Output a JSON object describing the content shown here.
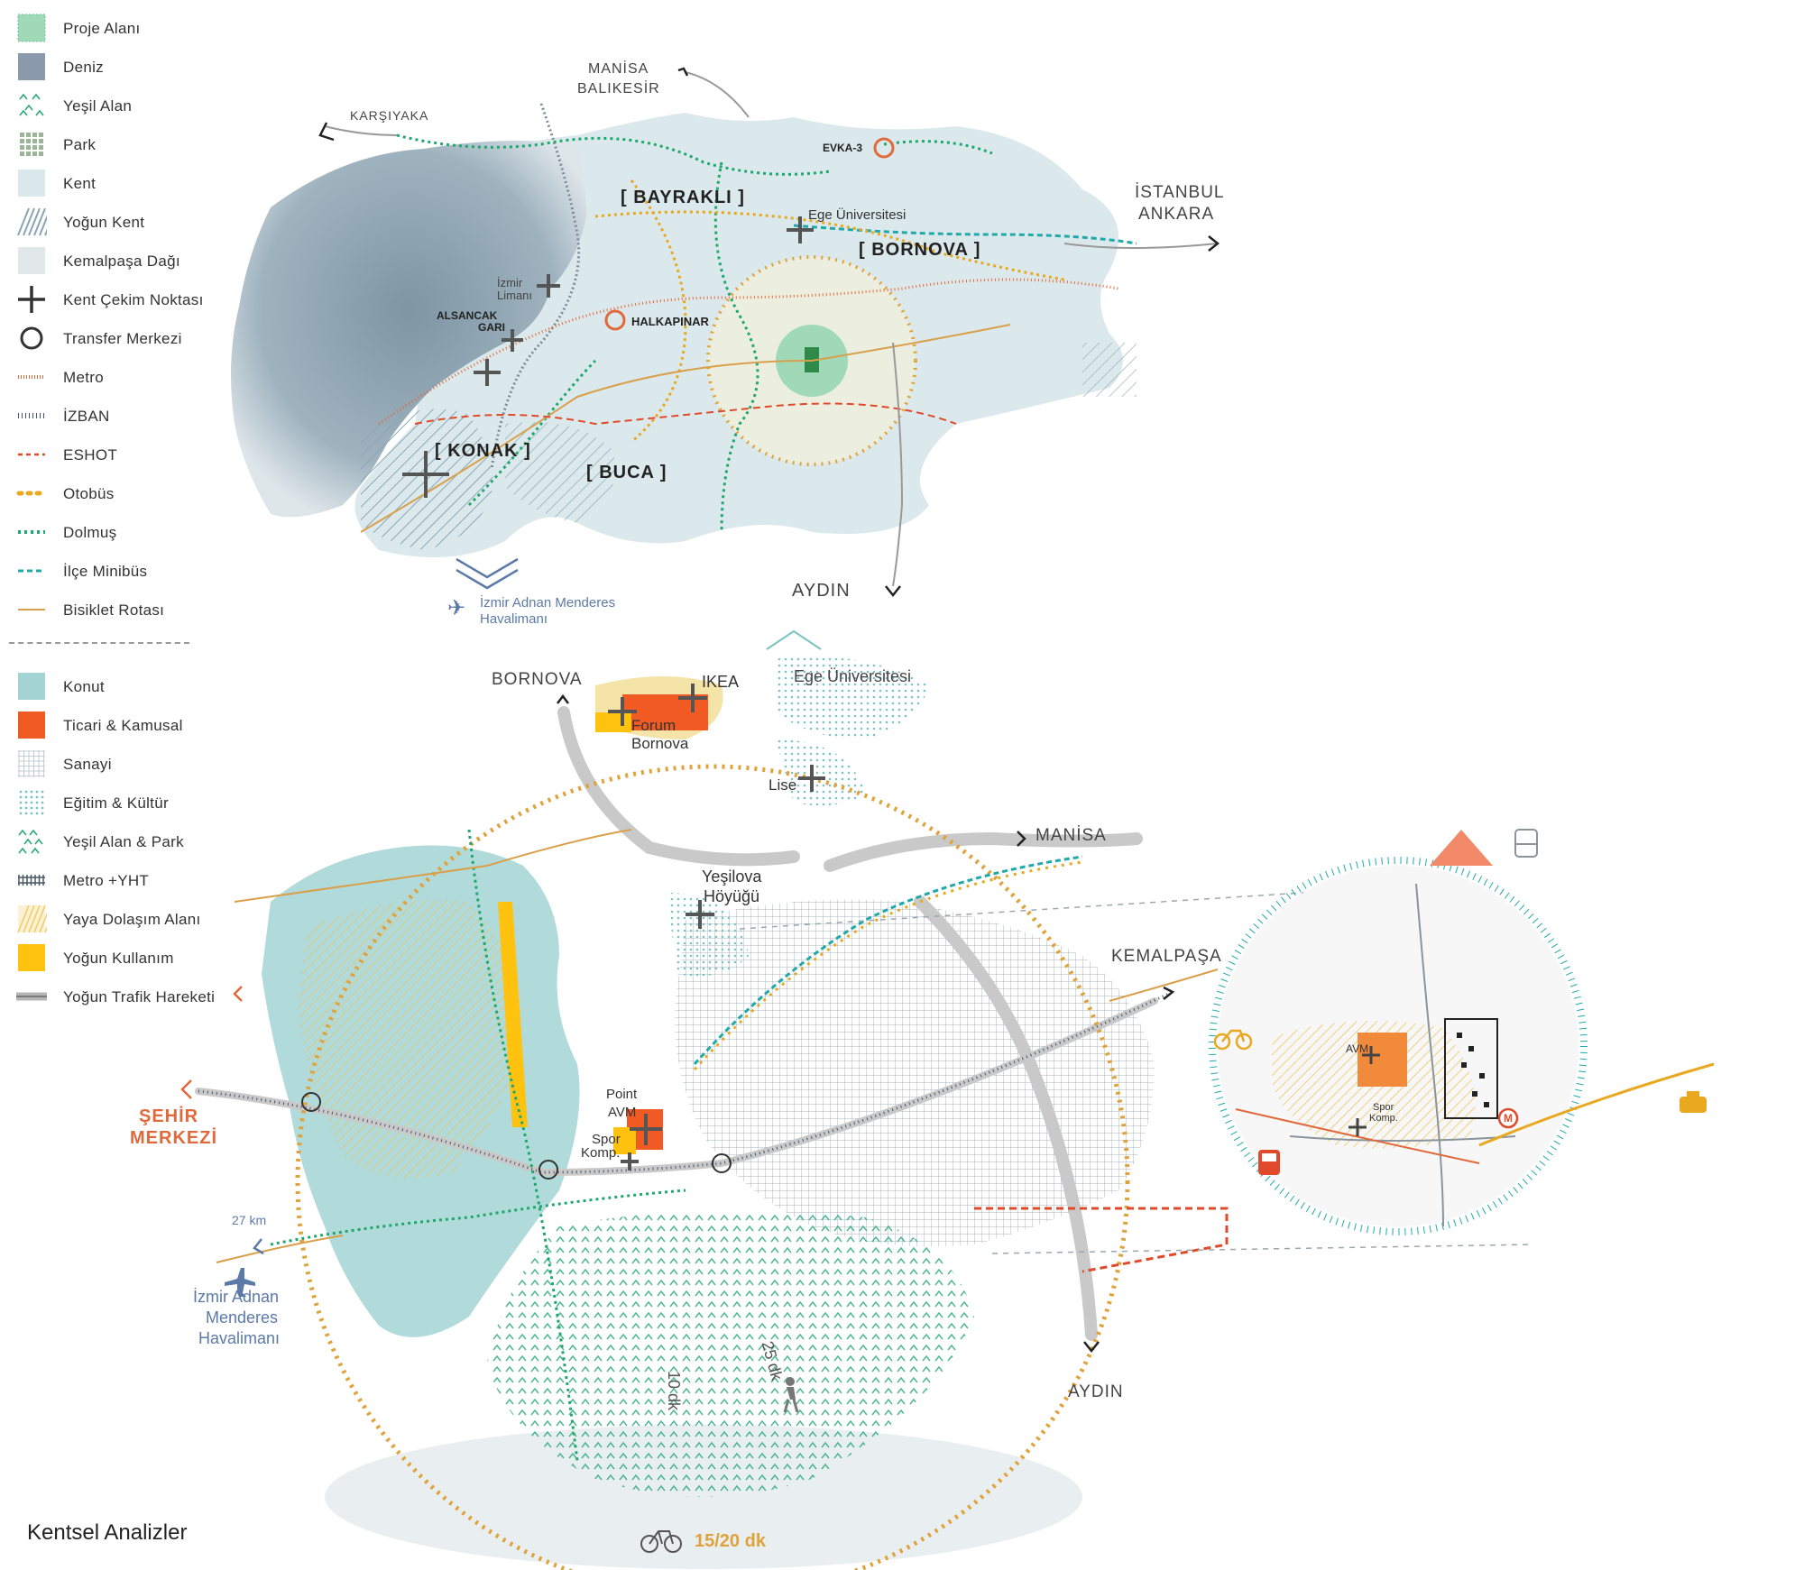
{
  "legend_top": [
    {
      "label": "Proje Alanı",
      "swatch": "proje",
      "color": "#9fd9b8"
    },
    {
      "label": "Deniz",
      "swatch": "deniz",
      "color": "#8a9aac"
    },
    {
      "label": "Yeşil Alan",
      "swatch": "yesil",
      "color": "#2aa779"
    },
    {
      "label": "Park",
      "swatch": "park",
      "color": "#9ab59a"
    },
    {
      "label": "Kent",
      "swatch": "kent",
      "color": "#dbe9ec"
    },
    {
      "label": "Yoğun Kent",
      "swatch": "yogun",
      "color": "#8aa6b4"
    },
    {
      "label": "Kemalpaşa Dağı",
      "swatch": "dag",
      "color": "#d6dde0"
    },
    {
      "label": "Kent Çekim Noktası",
      "swatch": "cross",
      "color": "#333333"
    },
    {
      "label": "Transfer Merkezi",
      "swatch": "circle",
      "color": "#333333"
    },
    {
      "label": "Metro",
      "swatch": "metro",
      "color": "#e06a3c"
    },
    {
      "label": "İZBAN",
      "swatch": "izban",
      "color": "#4a5866"
    },
    {
      "label": "ESHOT",
      "swatch": "eshot",
      "color": "#e04a2a"
    },
    {
      "label": "Otobüs",
      "swatch": "otobus",
      "color": "#e8a81f"
    },
    {
      "label": "Dolmuş",
      "swatch": "dolmus",
      "color": "#1fa86e"
    },
    {
      "label": "İlçe Minibüs",
      "swatch": "minibus",
      "color": "#21a9a9"
    },
    {
      "label": "Bisiklet Rotası",
      "swatch": "bisiklet",
      "color": "#d9a04c"
    }
  ],
  "legend_bottom": [
    {
      "label": "Konut",
      "swatch": "konut",
      "color": "#a3d3d3"
    },
    {
      "label": "Ticari & Kamusal",
      "swatch": "ticari",
      "color": "#f25a24"
    },
    {
      "label": "Sanayi",
      "swatch": "sanayi",
      "color": "#c5ccd3"
    },
    {
      "label": "Eğitim & Kültür",
      "swatch": "egitim",
      "color": "#7cc3c3"
    },
    {
      "label": "Yeşil Alan & Park",
      "swatch": "yesilpark",
      "color": "#2aa779"
    },
    {
      "label": "Metro +YHT",
      "swatch": "metroyht",
      "color": "#4a5866"
    },
    {
      "label": "Yaya Dolaşım Alanı",
      "swatch": "yaya",
      "color": "#f2cc66"
    },
    {
      "label": "Yoğun Kullanım",
      "swatch": "yogunkul",
      "color": "#ffc20e"
    },
    {
      "label": "Yoğun Trafik Hareketi",
      "swatch": "trafik",
      "color": "#b5b5b5"
    }
  ],
  "top_map": {
    "districts": [
      "[ BAYRAKLI ]",
      "[ BORNOVA ]",
      "[ KONAK ]",
      "[ BUCA ]"
    ],
    "places": {
      "karsiyaka": "KARŞIYAKA",
      "manisa": "MANİSA",
      "balikesir": "BALIKESİR",
      "istanbul": "İSTANBUL",
      "ankara": "ANKARA",
      "aydin": "AYDIN",
      "evka": "EVKA-3",
      "halkapinar": "HALKAPINAR",
      "alsancak": "ALSANCAK",
      "gari": "GARI",
      "izmir": "İzmir",
      "limani": "Limanı",
      "ege": "Ege Üniversitesi",
      "airport1": "İzmir Adnan Menderes",
      "airport2": "Havalimanı"
    }
  },
  "bottom_map": {
    "bornova": "BORNOVA",
    "ikea": "IKEA",
    "ege": "Ege Üniversitesi",
    "forum1": "Forum",
    "forum2": "Bornova",
    "lise": "Lise",
    "manisa": "MANİSA",
    "yesilova1": "Yeşilova",
    "yesilova2": "Höyüğü",
    "kemalpasa": "KEMALPAŞA",
    "sehir1": "ŞEHİR",
    "sehir2": "MERKEZİ",
    "point1": "Point",
    "point2": "AVM",
    "spor1": "Spor",
    "spor2": "Komp.",
    "km": "27 km",
    "airport1": "İzmir Adnan",
    "airport2": "Menderes",
    "airport3": "Havalimanı",
    "aydin": "AYDIN",
    "dk10": "10 dk",
    "dk25": "25 dk",
    "dk1520": "15/20 dk"
  },
  "inset": {
    "avm": "AVM",
    "spor": "Spor",
    "komp": "Komp.",
    "metro": "M"
  },
  "caption": "Kentsel Analizler"
}
